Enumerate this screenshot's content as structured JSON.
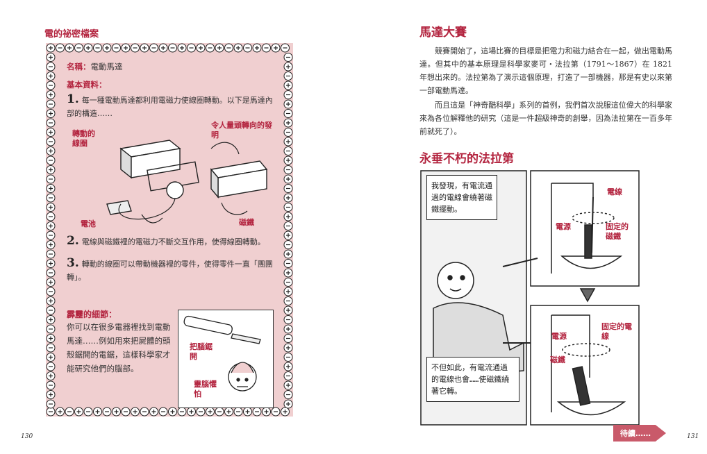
{
  "left_page": {
    "title": "電的祕密檔案",
    "card": {
      "name_label": "名稱：",
      "name_value": "電動馬達",
      "basics_label": "基本資料：",
      "step1_num": "1.",
      "step1_text": "每一種電動馬達都利用電磁力使線圈轉動。以下是馬達內部的構造……",
      "diagram_labels": {
        "coil": "轉動的線圈",
        "invention": "令人量頭轉向的發明",
        "battery": "電池",
        "magnet": "磁鐵"
      },
      "step2_num": "2.",
      "step2_text": "電線與磁鐵裡的電磁力不斷交互作用，使得線圈轉動。",
      "step3_num": "3.",
      "step3_text": "轉動的線圈可以帶動機器裡的零件，使得零件一直「團團轉」。",
      "detail_title": "霹靂的細節：",
      "detail_text": "你可以在很多電器裡找到電動馬達……例如用來把屍體的頭殼鋸開的電鋸，這樣科學家才能研究他們的腦部。",
      "sketch_labels": {
        "saw": "把腦鋸開",
        "fear": "靈腦懼怕"
      }
    },
    "page_number": "130"
  },
  "right_page": {
    "heading1": "馬達大賽",
    "para1": "競賽開始了，這場比賽的目標是把電力和磁力結合在一起，做出電動馬達。但其中的基本原理是科學家麥可・法拉第（1791～1867）在 1821 年想出來的。法拉第為了演示這個原理，打造了一部機器，那是有史以來第一部電動馬達。",
    "para2": "而且這是「神奇酷科學」系列的首例，我們首次說服這位偉大的科學家來為各位解釋他的研究（這是一件超級神奇的創舉，因為法拉第在一百多年前就死了）。",
    "heading2": "永垂不朽的法拉第",
    "comic": {
      "bubble1": "我發現，有電流通過的電線會繞著磁鐵擺動。",
      "bubble2": "不但如此，有電流通過的電線也會……使磁鐵繞著它轉。",
      "top_labels": {
        "wire": "電線",
        "power": "電源",
        "fixed_magnet": "固定的磁鐵"
      },
      "bottom_labels": {
        "power": "電源",
        "fixed_wire": "固定的電線",
        "magnet": "磁鐵"
      }
    },
    "continue_label": "待續……",
    "page_number": "131"
  },
  "colors": {
    "accent": "#b3243f",
    "card_bg": "#f0cfd0"
  }
}
